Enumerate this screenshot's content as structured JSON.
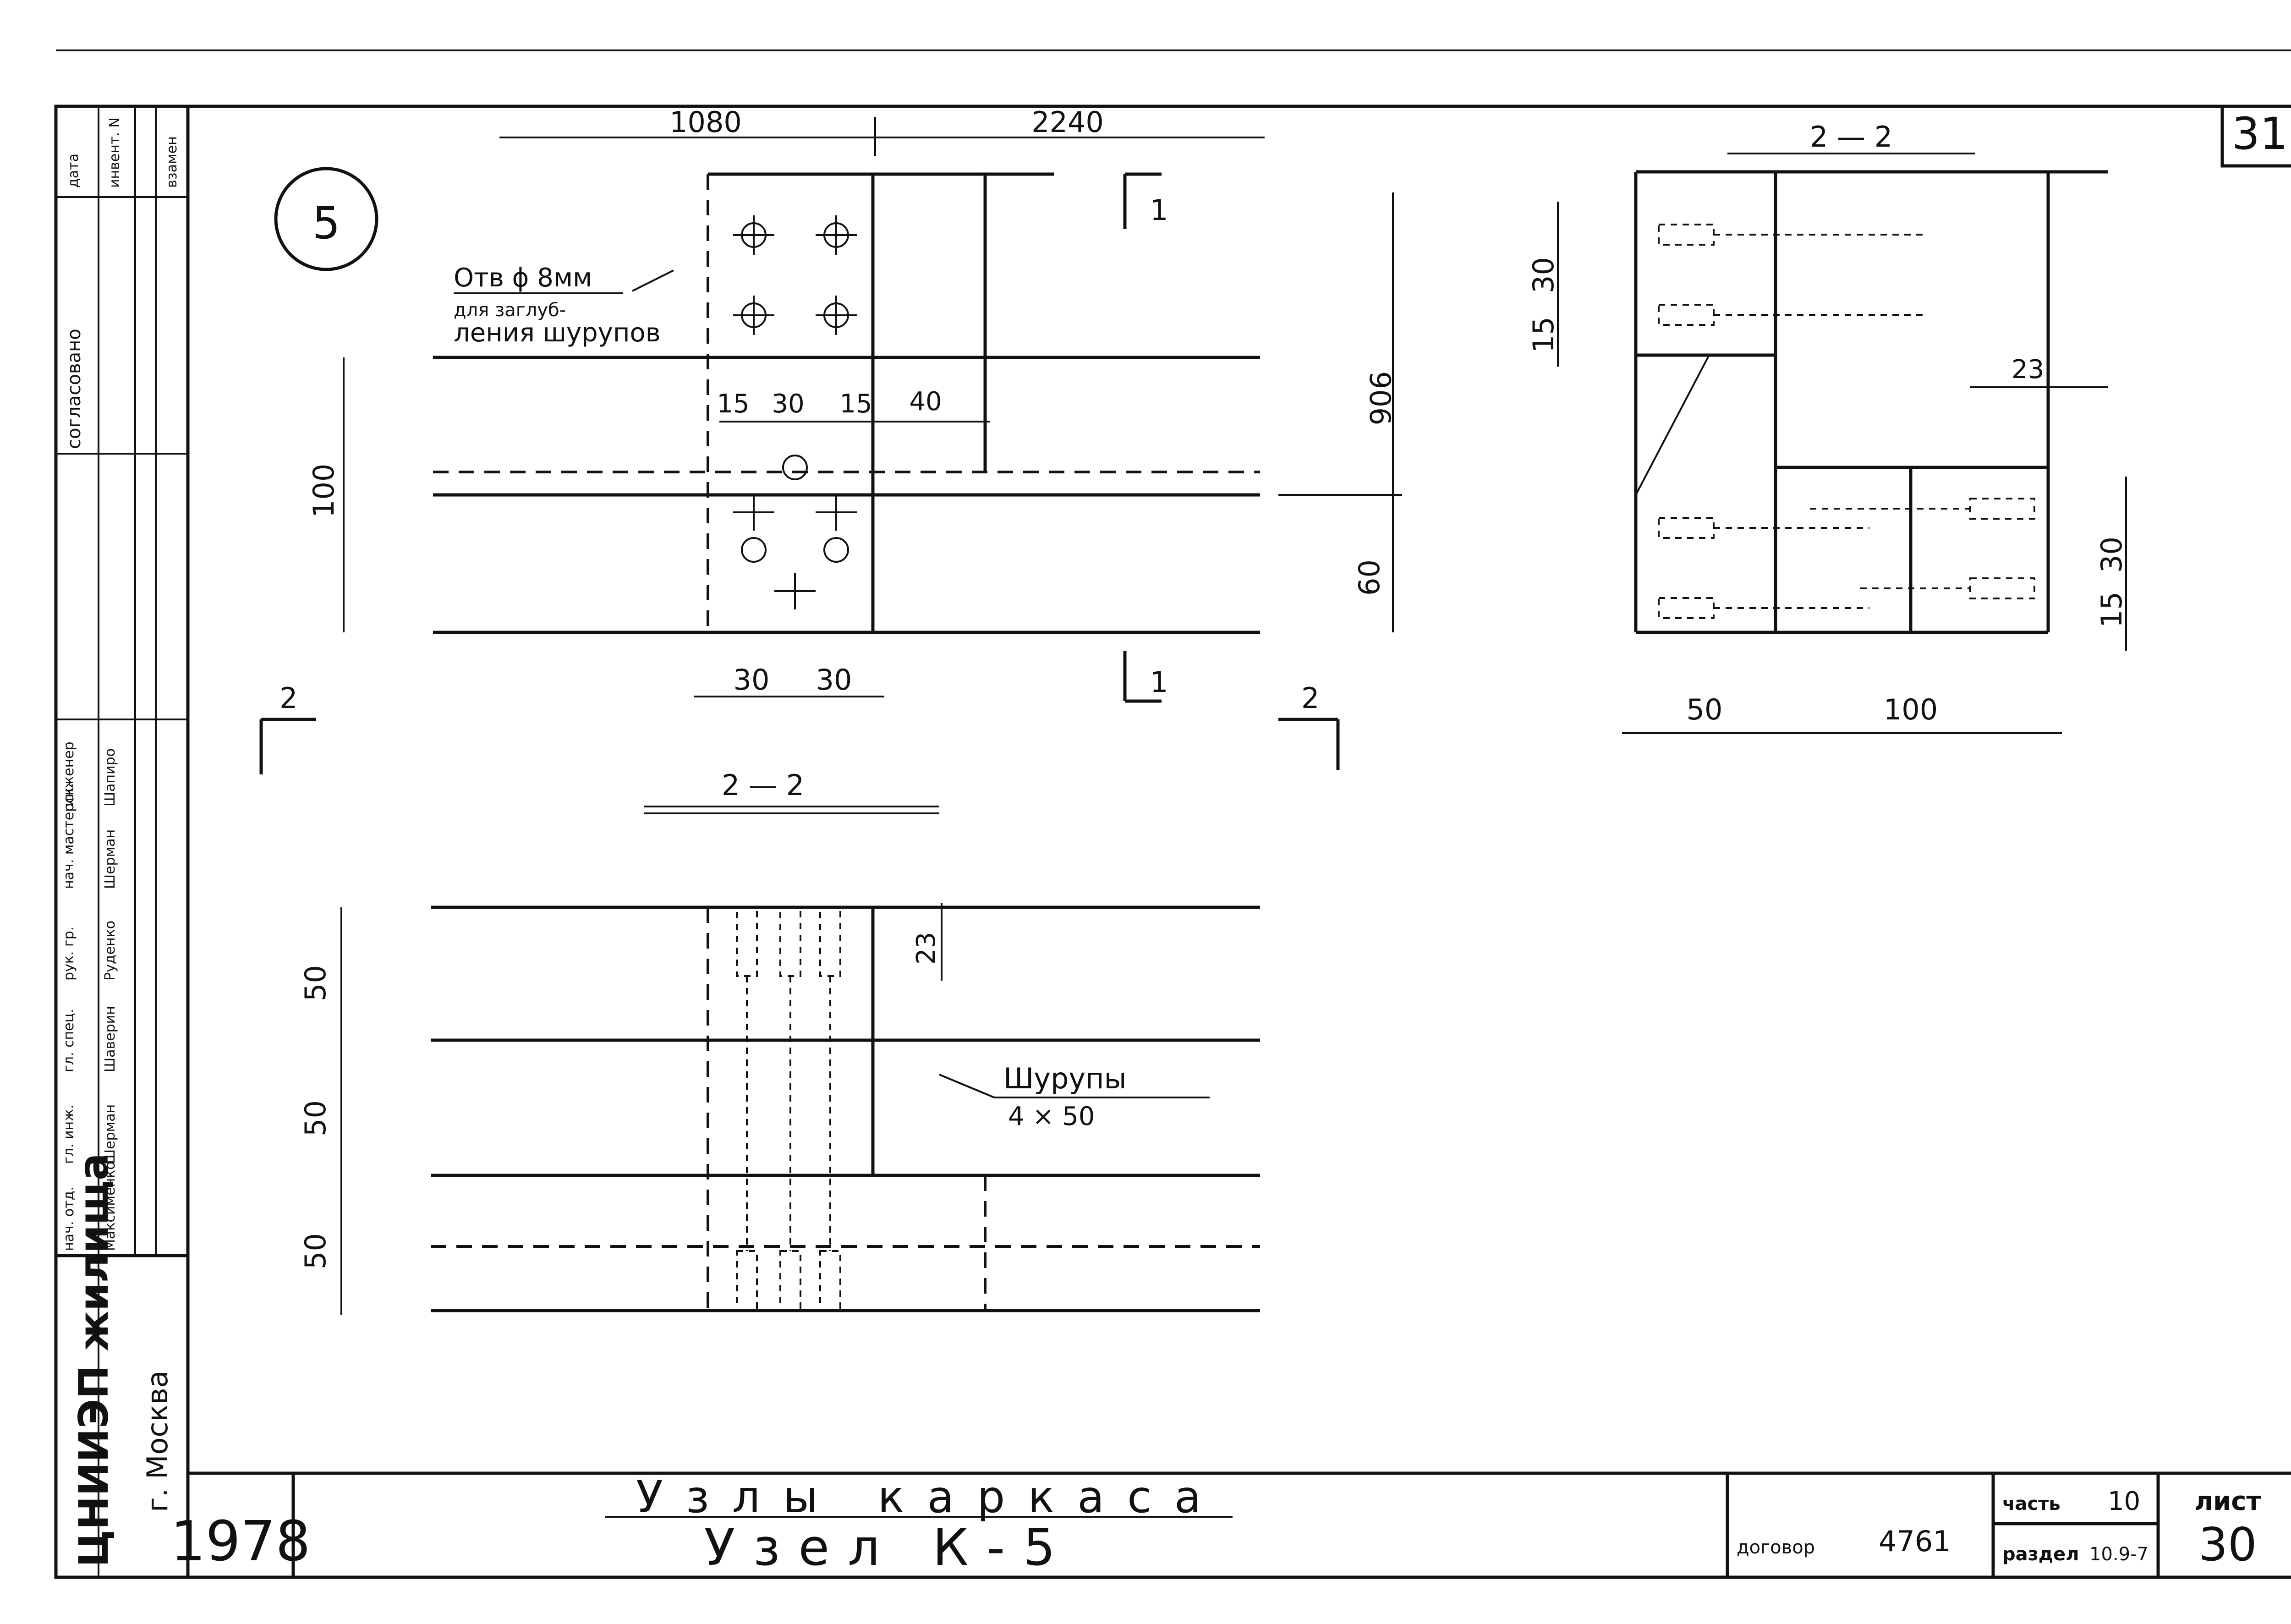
{
  "sheet_number_top": "31",
  "node_marker": "5",
  "plan": {
    "dims_top": [
      "1080",
      "2240"
    ],
    "section_mark": "1",
    "section_cut_label": "2",
    "hole_note_line1": "Отв ϕ 8мм",
    "hole_note_line2": "для заглуб-",
    "hole_note_line3": "ления шурупов",
    "dims_between_holes": [
      "15",
      "30",
      "15",
      "40"
    ],
    "dim_left": "100",
    "dim_right_top": "906",
    "dim_right_bottom": "60",
    "dims_bottom": [
      "30",
      "30"
    ]
  },
  "section_bottom": {
    "title": "2 — 2",
    "dims_left": [
      "50",
      "50",
      "50"
    ],
    "dim_23": "23",
    "screws_label": "Шурупы",
    "screws_size": "4 × 50"
  },
  "section_right": {
    "title": "2 — 2",
    "dims_left_upper": [
      "15",
      "30"
    ],
    "dim_23": "23",
    "dims_right_lower": [
      "30",
      "15"
    ],
    "dims_bottom": [
      "50",
      "100"
    ]
  },
  "side_stamp": {
    "header_cells": [
      "согласовано",
      "дата",
      "инвент. N",
      "взамен"
    ],
    "signatures_roles": [
      "нач. отд.",
      "гл. инж.",
      "гл. спец.",
      "рук. гр.",
      "нач. мастерск.",
      "инженер"
    ],
    "signature_names": [
      "Максименко",
      "Шерман",
      "Шаверин",
      "Руденко",
      "Шерман",
      "Шапиро"
    ],
    "institute": "ЦНИИЭП жилища",
    "city": "г. Москва"
  },
  "title_block": {
    "year": "1978",
    "title_line1": "Узлы каркаса",
    "title_line2": "Узел К-5",
    "contract_label": "договор",
    "contract_number": "4761",
    "part_label": "часть",
    "part_number": "10",
    "section_label": "раздел",
    "section_number": "10.9-7",
    "sheet_label": "лист",
    "sheet_number": "30"
  }
}
